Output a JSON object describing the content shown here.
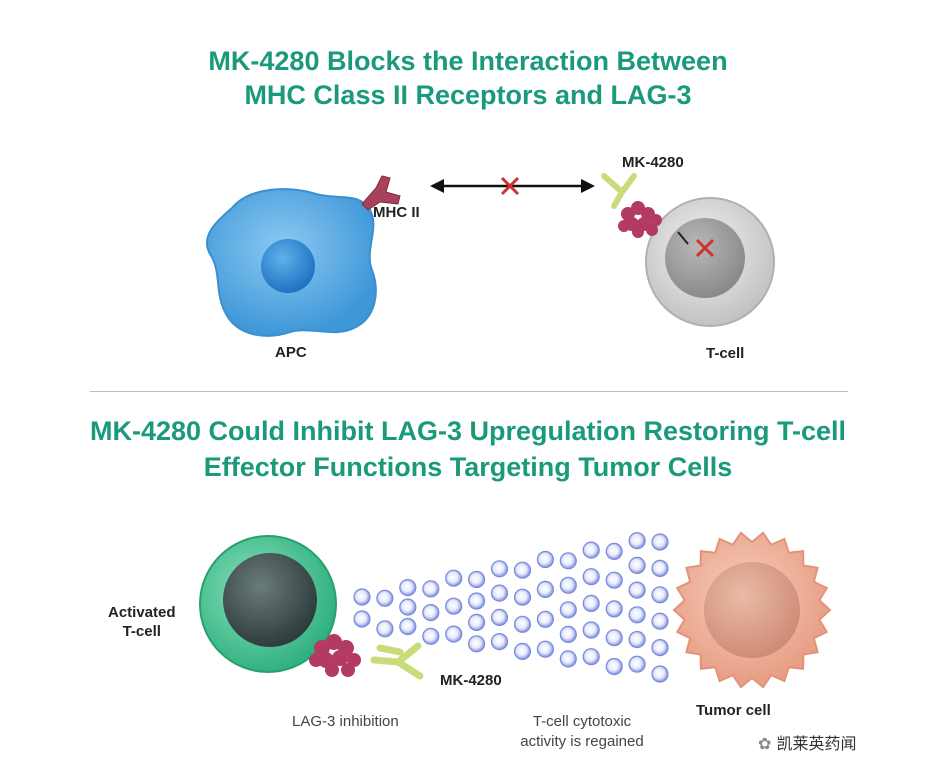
{
  "top": {
    "title_line1": "MK-4280 Blocks the Interaction Between",
    "title_line2": "MHC Class II Receptors and LAG-3",
    "apc_label": "APC",
    "mhc_label": "MHC II",
    "mk_label": "MK-4280",
    "tcell_label": "T-cell"
  },
  "bottom": {
    "title_line1": "MK-4280 Could Inhibit LAG-3 Upregulation Restoring T-cell",
    "title_line2": "Effector Functions Targeting Tumor Cells",
    "activated_line1": "Activated",
    "activated_line2": "T-cell",
    "mk_label": "MK-4280",
    "lag3_label": "LAG-3 inhibition",
    "cytotoxic_line1": "T-cell cytotoxic",
    "cytotoxic_line2": "activity is regained",
    "tumor_label": "Tumor cell"
  },
  "watermark": "凯莱英药闻",
  "colors": {
    "title": "#1a9a7a",
    "apc": "#4aa3e0",
    "tcell": "#c9c9c9",
    "activated_ring": "#3cc08f",
    "tumor": "#e8a58c",
    "mhc": "#a8425a",
    "lag3": "#b23a63",
    "antibody": "#c9dc7a",
    "block_x": "#d0322f"
  }
}
